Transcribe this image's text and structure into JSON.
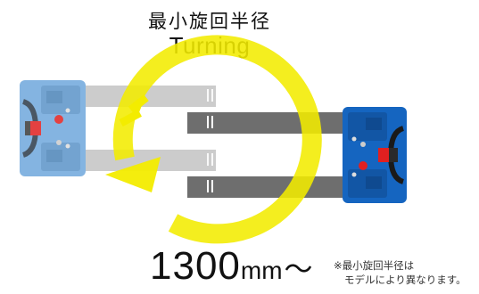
{
  "title": {
    "japanese": "最小旋回半径",
    "english": "Turning"
  },
  "turning_radius": {
    "value": "1300",
    "unit": "mm",
    "suffix": "〜"
  },
  "footnote": {
    "line1": "※最小旋回半径は",
    "line2": "モデルにより異なります。"
  },
  "colors": {
    "arrow": "#f3ec00",
    "ghost_body": "#6fa8dc",
    "truck_body": "#1565c0",
    "fork_ghost": "#c4c4c4",
    "fork_solid": "#6e6e6e",
    "accent_red": "#e02020"
  }
}
